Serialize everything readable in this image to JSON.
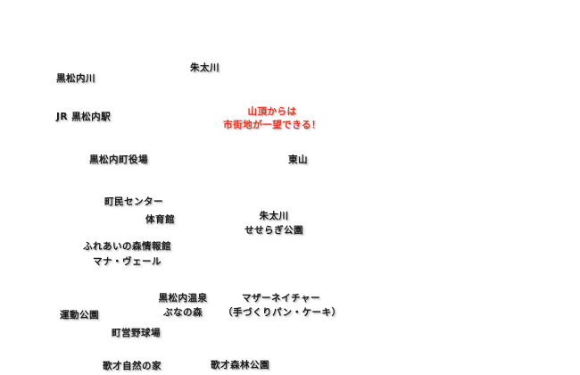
{
  "labels": {
    "shutagawa_top": "朱太川",
    "kuromatsunaigawa": "黒松内川",
    "jr_station": "JR 黒松内駅",
    "town_office": "黒松内町役場",
    "higashiyama": "東山",
    "community_center": "町民センター",
    "gym": "体育館",
    "shutagawa_park_line1": "朱太川",
    "shutagawa_park_line2": "せせらぎ公園",
    "info_center_line1": "ふれあいの森情報館",
    "info_center_line2": "マナ・ヴェール",
    "onsen_line1": "黒松内温泉",
    "onsen_line2": "ぶなの森",
    "bakery_line1": "マザーネイチャー",
    "bakery_line2": "（手づくりパン・ケーキ）",
    "sports_park": "運動公園",
    "baseball": "町営野球場",
    "nature_house": "歌才自然の家",
    "forest_park": "歌才森林公園"
  },
  "callout": {
    "line1": "山頂からは",
    "line2": "市街地が一望できる！"
  },
  "colors": {
    "label_text": "#1a1a1a",
    "callout_text": "#e8321e",
    "background": "#ffffff"
  }
}
